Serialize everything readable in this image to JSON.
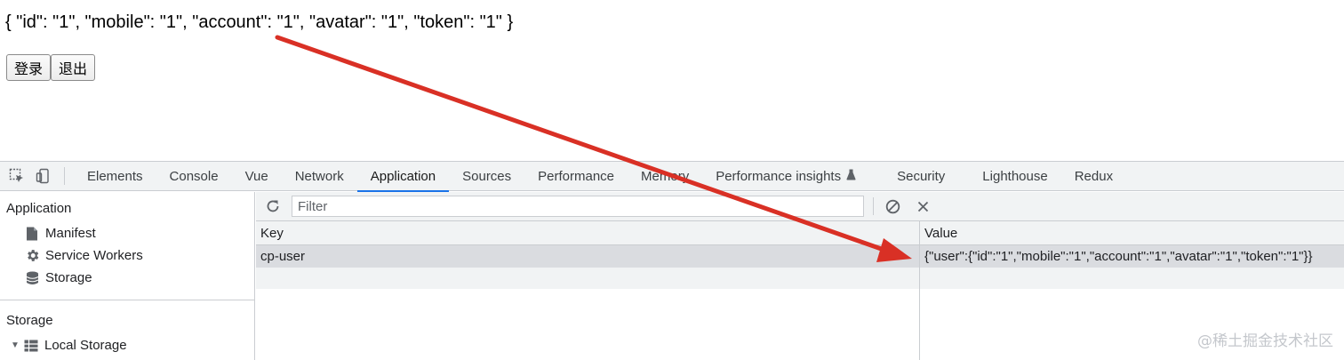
{
  "page": {
    "json_text": "{ \"id\": \"1\", \"mobile\": \"1\", \"account\": \"1\", \"avatar\": \"1\", \"token\": \"1\" }",
    "buttons": {
      "login": "登录",
      "logout": "退出"
    }
  },
  "devtools": {
    "tabs": [
      "Elements",
      "Console",
      "Vue",
      "Network",
      "Application",
      "Sources",
      "Performance",
      "Memory",
      "Performance insights",
      "Security",
      "Lighthouse",
      "Redux"
    ],
    "active_tab": "Application",
    "sidebar": {
      "application_header": "Application",
      "items": [
        {
          "label": "Manifest",
          "icon": "file-icon"
        },
        {
          "label": "Service Workers",
          "icon": "gear-icon"
        },
        {
          "label": "Storage",
          "icon": "database-icon"
        }
      ],
      "storage_header": "Storage",
      "local_storage": "Local Storage"
    },
    "toolbar": {
      "filter_placeholder": "Filter"
    },
    "grid": {
      "key_header": "Key",
      "value_header": "Value",
      "rows": [
        {
          "key": "cp-user",
          "value": "{\"user\":{\"id\":\"1\",\"mobile\":\"1\",\"account\":\"1\",\"avatar\":\"1\",\"token\":\"1\"}}"
        }
      ]
    }
  },
  "annotation": {
    "arrow_color": "#d93025"
  },
  "watermark": "@稀土掘金技术社区"
}
